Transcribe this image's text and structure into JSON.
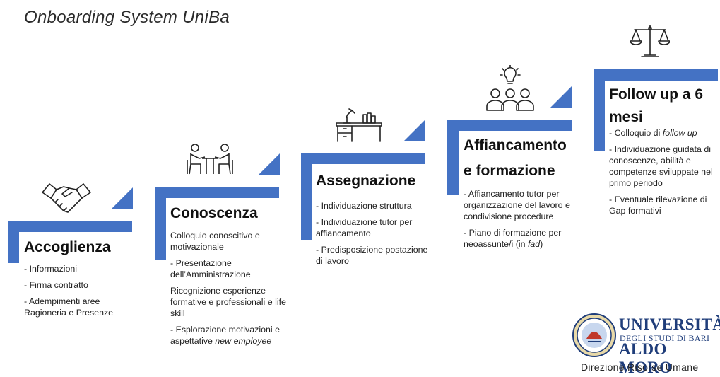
{
  "header": {
    "title": "Onboarding System UniBa"
  },
  "accent_color": "#4472c4",
  "steps": [
    {
      "title_lines": [
        "Accoglienza"
      ],
      "icon": "handshake-icon",
      "items": [
        "- Informazioni",
        "- Firma contratto",
        "- Adempimenti aree Ragioneria e Presenze"
      ]
    },
    {
      "title_lines": [
        "Conoscenza"
      ],
      "icon": "meeting-icon",
      "items": [
        "Colloquio conoscitivo e motivazionale",
        "- Presentazione dell’Amministrazione",
        "Ricognizione esperienze formative e professionali e life skill",
        "- Esplorazione motivazioni e aspettative",
        "new employee"
      ]
    },
    {
      "title_lines": [
        "Assegnazione"
      ],
      "icon": "desk-icon",
      "items": [
        "- Individuazione struttura",
        "- Individuazione tutor per affiancamento",
        "- Predisposizione postazione di lavoro"
      ]
    },
    {
      "title_lines": [
        "Affiancamento",
        "e formazione"
      ],
      "icon": "team-idea-icon",
      "items": [
        "- Affiancamento tutor per organizzazione del lavoro e condivisione procedure",
        "- Piano di formazione per neoassunte/i (in",
        "fad",
        ")"
      ]
    },
    {
      "title_lines": [
        "Follow up a 6",
        "mesi"
      ],
      "icon": "scales-icon",
      "items": [
        "- Colloquio di",
        "follow up",
        "- Individuazione guidata di conoscenze, abilità e competenze sviluppate nel primo periodo",
        "- Eventuale rilevazione di Gap formativi"
      ]
    }
  ],
  "logo": {
    "line1": "UNIVERSITÀ",
    "line2": "DEGLI STUDI DI BARI",
    "line3": "ALDO MORO"
  },
  "footer": {
    "department": "Direzione Risorse Umane"
  }
}
